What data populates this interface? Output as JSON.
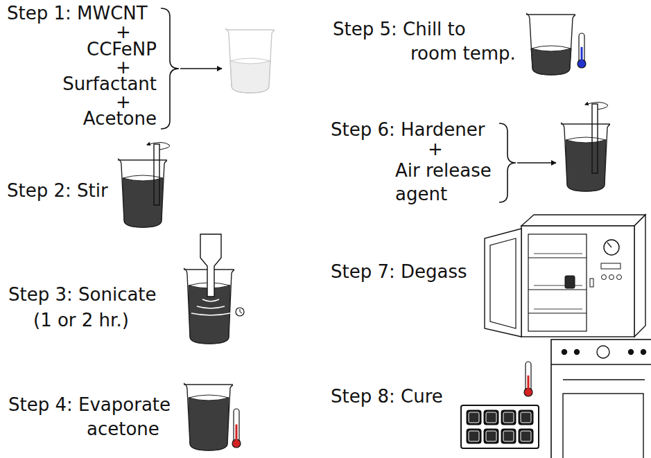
{
  "diagram": {
    "labels": [
      "Step 1: MWCNT",
      "+",
      "CCFeNP",
      "+",
      "Surfactant",
      "+",
      "Acetone",
      "Step 2: Stir",
      "Step 3: Sonicate",
      "(1 or 2 hr.)",
      "Step 4: Evaporate",
      "acetone",
      "Step 5: Chill to",
      "room temp.",
      "Step 6: Hardener",
      "+",
      "Air release",
      "agent",
      "Step 7: Degass",
      "Step 8: Cure"
    ]
  }
}
